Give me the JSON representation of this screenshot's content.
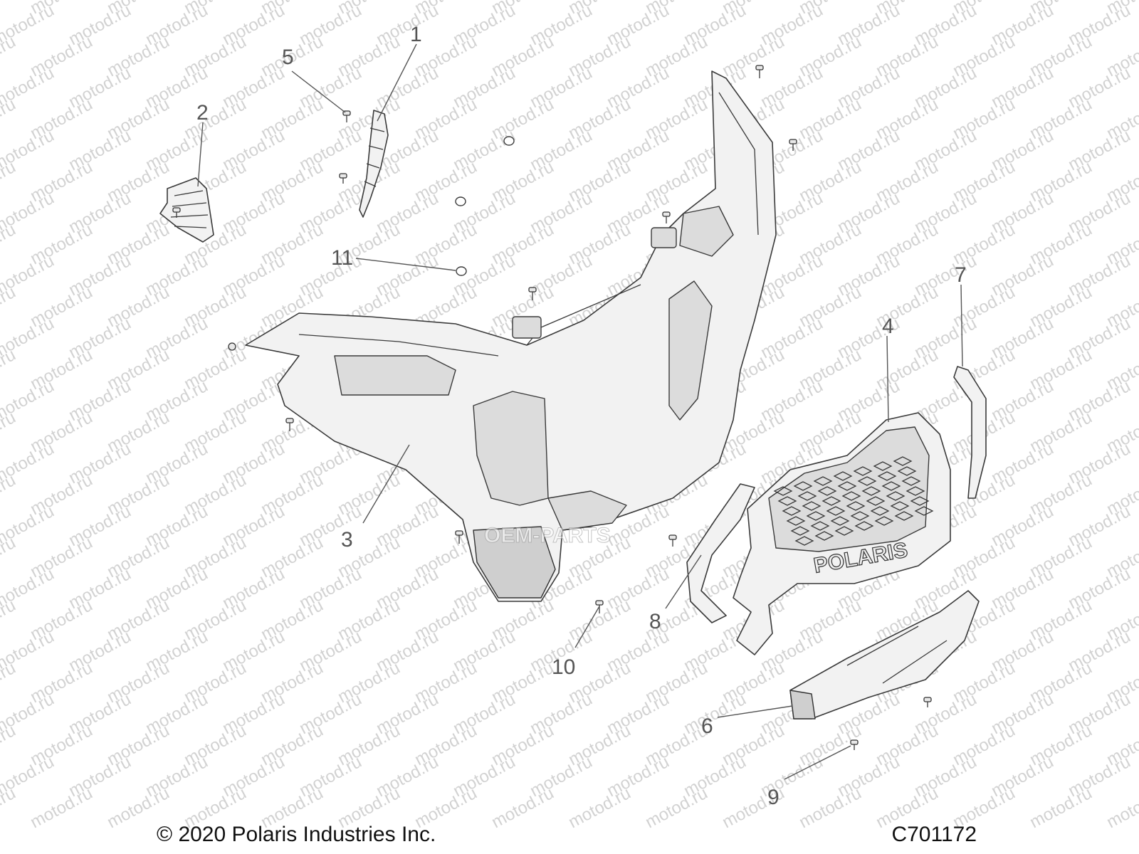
{
  "watermark_text": "motod.ru",
  "overlay_watermark": "OEM-PARTS",
  "callouts": [
    "1",
    "2",
    "3",
    "4",
    "5",
    "6",
    "7",
    "8",
    "9",
    "10",
    "11"
  ],
  "brand_logo_text": "POLARIS",
  "footer": {
    "copyright": "© 2020 Polaris Industries Inc.",
    "drawing_id": "C701172"
  },
  "colors": {
    "line": "#3a3a3a",
    "callout": "#555555",
    "watermark": "#d2d2d2"
  }
}
